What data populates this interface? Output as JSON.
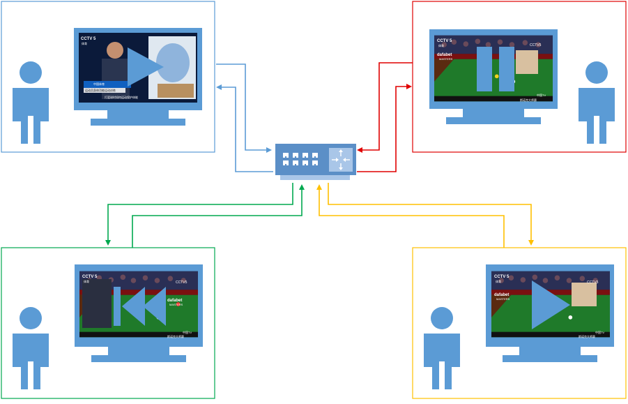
{
  "colors": {
    "blue": "#5b9bd5",
    "red": "#e00000",
    "green": "#00a84f",
    "yellow": "#ffc000",
    "device": "#5b8fc7",
    "device_light": "#a9c6e8"
  },
  "clients": [
    {
      "position": "top-left",
      "border_color": "#5b9bd5",
      "playback_icon": "play-icon",
      "screen": {
        "channel_logo": "CCTV 5",
        "channel_sub": "体育",
        "caption": "中国体育",
        "caption2": "运动员身体功能运动训练",
        "subtitle": "打篮球时如何运动保护体能"
      }
    },
    {
      "position": "top-right",
      "border_color": "#e00000",
      "playback_icon": "pause-icon",
      "screen": {
        "channel_logo": "CCTV 5",
        "channel_sub": "体育",
        "sponsor": "dafabet",
        "sponsor_sub": "MASTERS",
        "watermark": "CCTV5",
        "ticker": "中国TV",
        "bottom_bar": "斯诺克大师赛"
      }
    },
    {
      "position": "bottom-left",
      "border_color": "#00a84f",
      "playback_icon": "rewind-icon",
      "screen": {
        "channel_logo": "CCTV 5",
        "channel_sub": "体育",
        "sponsor": "dafabet",
        "sponsor_sub": "MASTERS",
        "watermark": "CCTV5",
        "ticker": "中国TV",
        "bottom_bar": "斯诺克大师赛"
      }
    },
    {
      "position": "bottom-right",
      "border_color": "#ffc000",
      "playback_icon": "play-icon",
      "screen": {
        "channel_logo": "CCTV 5",
        "channel_sub": "体育",
        "sponsor": "dafabet",
        "sponsor_sub": "MASTERS",
        "watermark": "CCTV5",
        "ticker": "中国TV",
        "bottom_bar": "斯诺克大师赛"
      }
    }
  ],
  "hub": {
    "icon": "network-switch-icon",
    "port_count": 8,
    "arrow_icon": "four-way-arrows-icon"
  },
  "person_icon": "user-silhouette-icon"
}
